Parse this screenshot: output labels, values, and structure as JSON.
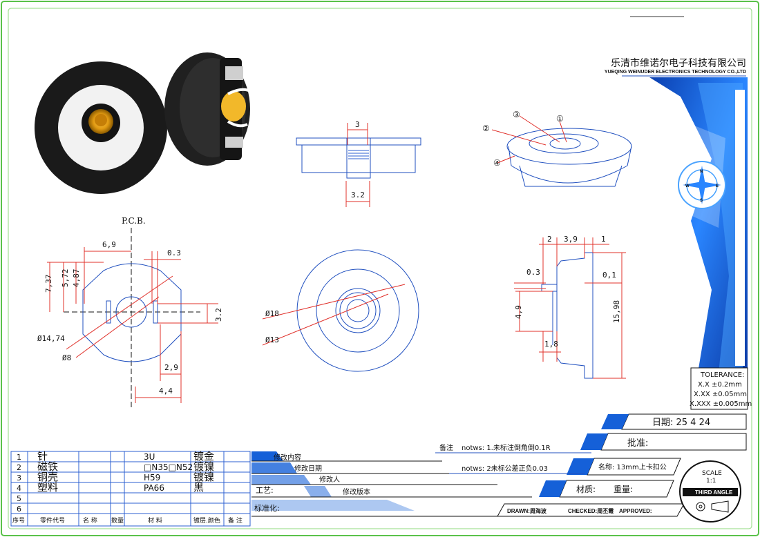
{
  "company": {
    "name_cn": "乐清市维诺尔电子科技有限公司",
    "name_en": "YUEQING WEINUDER ELECTRONICS TECHNOLOGY CO.,LTD"
  },
  "views": {
    "pcb_label": "P.C.B.",
    "top_dims": [
      "3",
      "3.2"
    ],
    "part_markers": [
      "①",
      "②",
      "③",
      "④"
    ],
    "pcb_dims": [
      "6,9",
      "0.3",
      "7,37",
      "5,72",
      "4,87",
      "3.2",
      "Ø14,74",
      "Ø8",
      "2,9",
      "4,4"
    ],
    "front_dims": [
      "Ø18",
      "Ø13"
    ],
    "side_dims": [
      "2",
      "3,9",
      "1",
      "0.3",
      "0,1",
      "4,9",
      "15,98",
      "1,8"
    ]
  },
  "tolerance": {
    "title": "TOLERANCE:",
    "lines": [
      "X.X ±0.2mm",
      "X.XX ±0.05mm",
      "X.XXX ±0.005mm"
    ]
  },
  "date": "日期: 25 4 24",
  "approve": "批准:",
  "name_field": "名称: 13mm上卡扣公",
  "material_field": "材质:",
  "weight_field": "重量:",
  "notes": {
    "label": "备注",
    "line1": "notws: 1.未标注倒角倒0.1R",
    "line2": "notws: 2未标公差正负0.03"
  },
  "revisions": [
    "修改内容",
    "修改日期",
    "修改人",
    "修改版本"
  ],
  "process": "工艺:",
  "standard": "标准化:",
  "signoff": {
    "drawn": "DRAWN:周海波",
    "checked": "CHECKED:周丕霞",
    "approved": "APPROVED:"
  },
  "scale": {
    "label": "SCALE",
    "value": "1:1",
    "projection": "THIRD ANGLE"
  },
  "bom": {
    "rows": [
      [
        "1",
        "针",
        "3U",
        "镀金"
      ],
      [
        "2",
        "磁铁",
        "□N35□N52",
        "镀镍"
      ],
      [
        "3",
        "铜壳",
        "H59",
        "镀镍"
      ],
      [
        "4",
        "塑料",
        "PA66",
        "黑"
      ],
      [
        "5",
        "",
        "",
        ""
      ],
      [
        "6",
        "",
        "",
        ""
      ]
    ],
    "header": [
      "序号",
      "零件代号",
      "名 称",
      "数量",
      "材 料",
      "镀层.颜色",
      "备 注"
    ]
  },
  "colors": {
    "frame": "#5ac24a",
    "ink": "#1f4fbf",
    "dimension": "#e0302a",
    "banner": "#1560d8"
  }
}
